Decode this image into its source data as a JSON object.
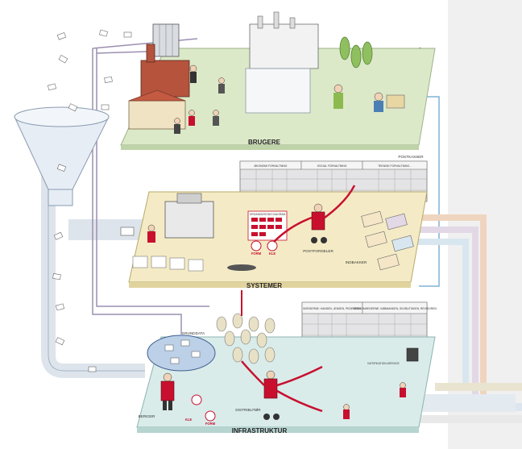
{
  "layers": {
    "users": "BRUGERE",
    "systems": "SYSTEMER",
    "infrastructure": "INFRASTRUKTUR"
  },
  "mailboxes": {
    "top_title": "POSTKASSER",
    "top_sections": [
      "ØKONOMI FORVALTNING",
      "SOCIAL FORVALTNING",
      "TEKNISK FORVALTNING..."
    ],
    "bottom_title": "POSTKASSER",
    "bottom_sections": [
      "BORGERNE: HANSEN, JENSEN, PEDERSEN",
      "VIRKSOMHEDERNE: KØBMANDEN, SKOBUTIKKEN, REVISOREN"
    ]
  },
  "labels": {
    "postfordeler": "POSTFORDELER",
    "indbakker": "INDBAKKER",
    "grunddata": "GRUNDDATA",
    "notification": "NOTIFIKATION-SERVICE",
    "beriger": "BERIGER",
    "distributor": "DISTRIBUTØR",
    "org_diagram": "ORGANISATIONS DIAGRAM",
    "kle": "KLE",
    "form": "FORM"
  },
  "colors": {
    "users_plane": "#dce9c9",
    "systems_plane": "#f4ebc6",
    "infra_plane": "#d9ecea",
    "accent_red": "#c8102e",
    "pipe": "#9b8fb0"
  }
}
